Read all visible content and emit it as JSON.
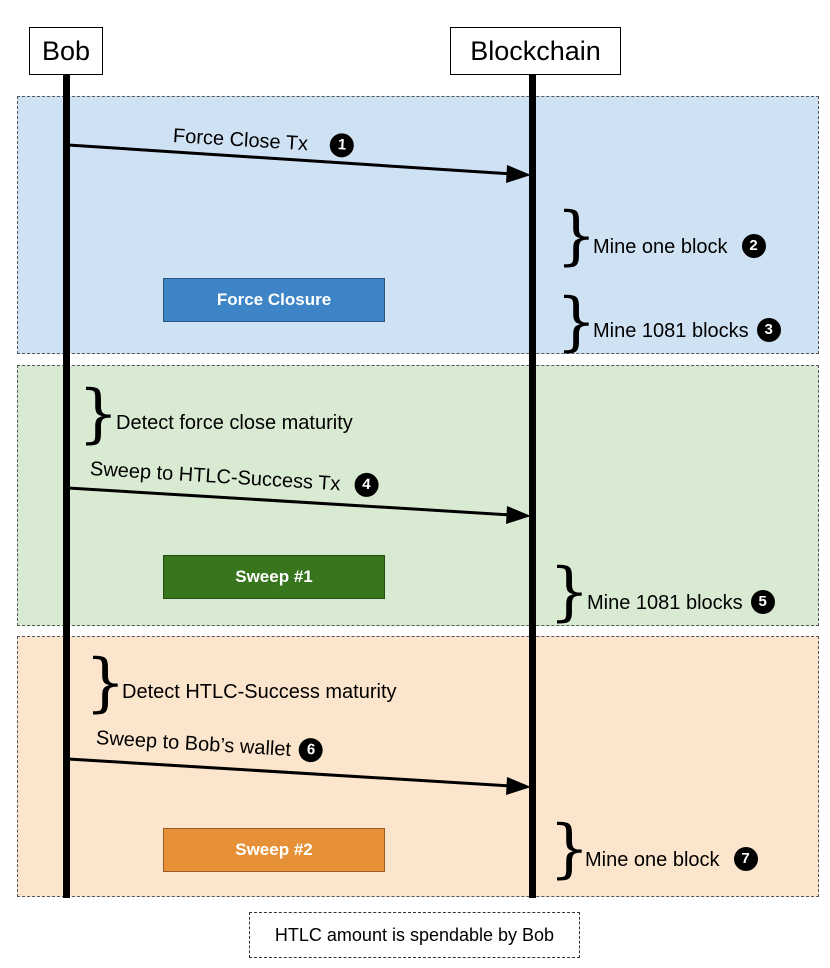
{
  "actors": {
    "bob": "Bob",
    "blockchain": "Blockchain"
  },
  "colors": {
    "phase1_bg": "#cfe2f3",
    "phase2_bg": "#d9ead3",
    "phase3_bg": "#fce5cd",
    "force_closure": "#3d85c6",
    "sweep1": "#38761d",
    "sweep2": "#e69138"
  },
  "phases": [
    {
      "box_label": "Force Closure"
    },
    {
      "box_label": "Sweep #1"
    },
    {
      "box_label": "Sweep #2"
    }
  ],
  "messages": [
    {
      "text": "Force Close Tx",
      "badge": "1"
    },
    {
      "text": "Sweep to HTLC-Success Tx",
      "badge": "4"
    },
    {
      "text": "Sweep to Bob’s wallet",
      "badge": "6"
    }
  ],
  "notes": [
    {
      "text": "Mine one block",
      "badge": "2"
    },
    {
      "text": "Mine 1081 blocks",
      "badge": "3"
    },
    {
      "text": "Detect force close maturity"
    },
    {
      "text": "Mine 1081 blocks",
      "badge": "5"
    },
    {
      "text": "Detect HTLC-Success maturity"
    },
    {
      "text": "Mine one block",
      "badge": "7"
    }
  ],
  "footer": "HTLC amount is spendable by Bob"
}
